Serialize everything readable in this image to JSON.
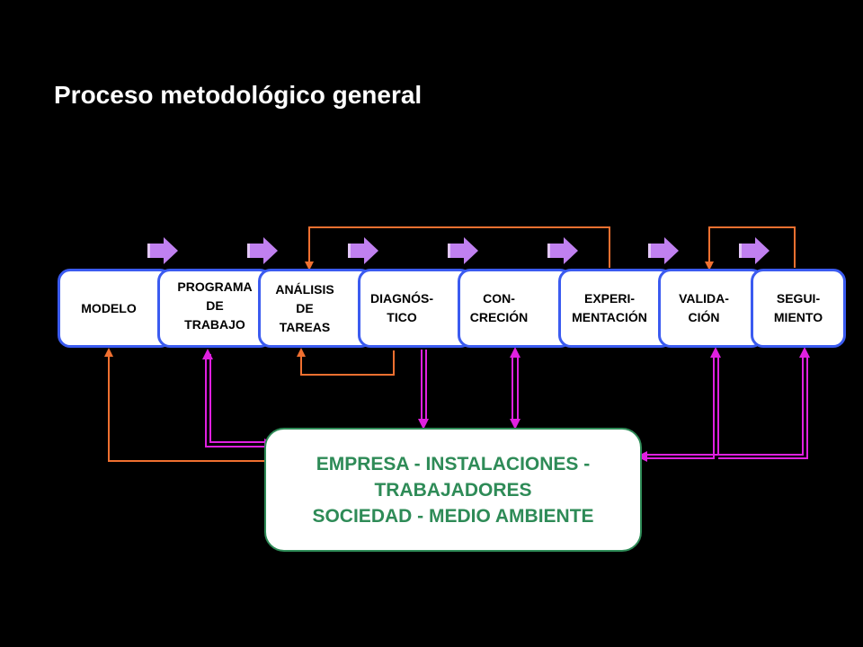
{
  "title": "Proceso metodológico general",
  "steps": [
    {
      "label": "MODELO"
    },
    {
      "label": "PROGRAMA\nDE\nTRABAJO"
    },
    {
      "label": "ANÁLISIS\nDE\nTAREAS"
    },
    {
      "label": "DIAGNÓS-\nTICO"
    },
    {
      "label": "CON-\nCRECIÓN"
    },
    {
      "label": "EXPERI-\nMENTACIÓN"
    },
    {
      "label": "VALIDA-\nCIÓN"
    },
    {
      "label": "SEGUI-\nMIENTO"
    }
  ],
  "center": {
    "line1": "EMPRESA - INSTALACIONES -",
    "line2": "TRABAJADORES",
    "line3": "SOCIEDAD - MEDIO AMBIENTE"
  },
  "colors": {
    "background": "#000000",
    "box_border": "#3b5bf0",
    "center_border": "#2e8b57",
    "center_text": "#2e8b57",
    "orange_connector": "#f07030",
    "magenta_connector": "#e020e0",
    "flow_arrow": "#c080f0"
  }
}
